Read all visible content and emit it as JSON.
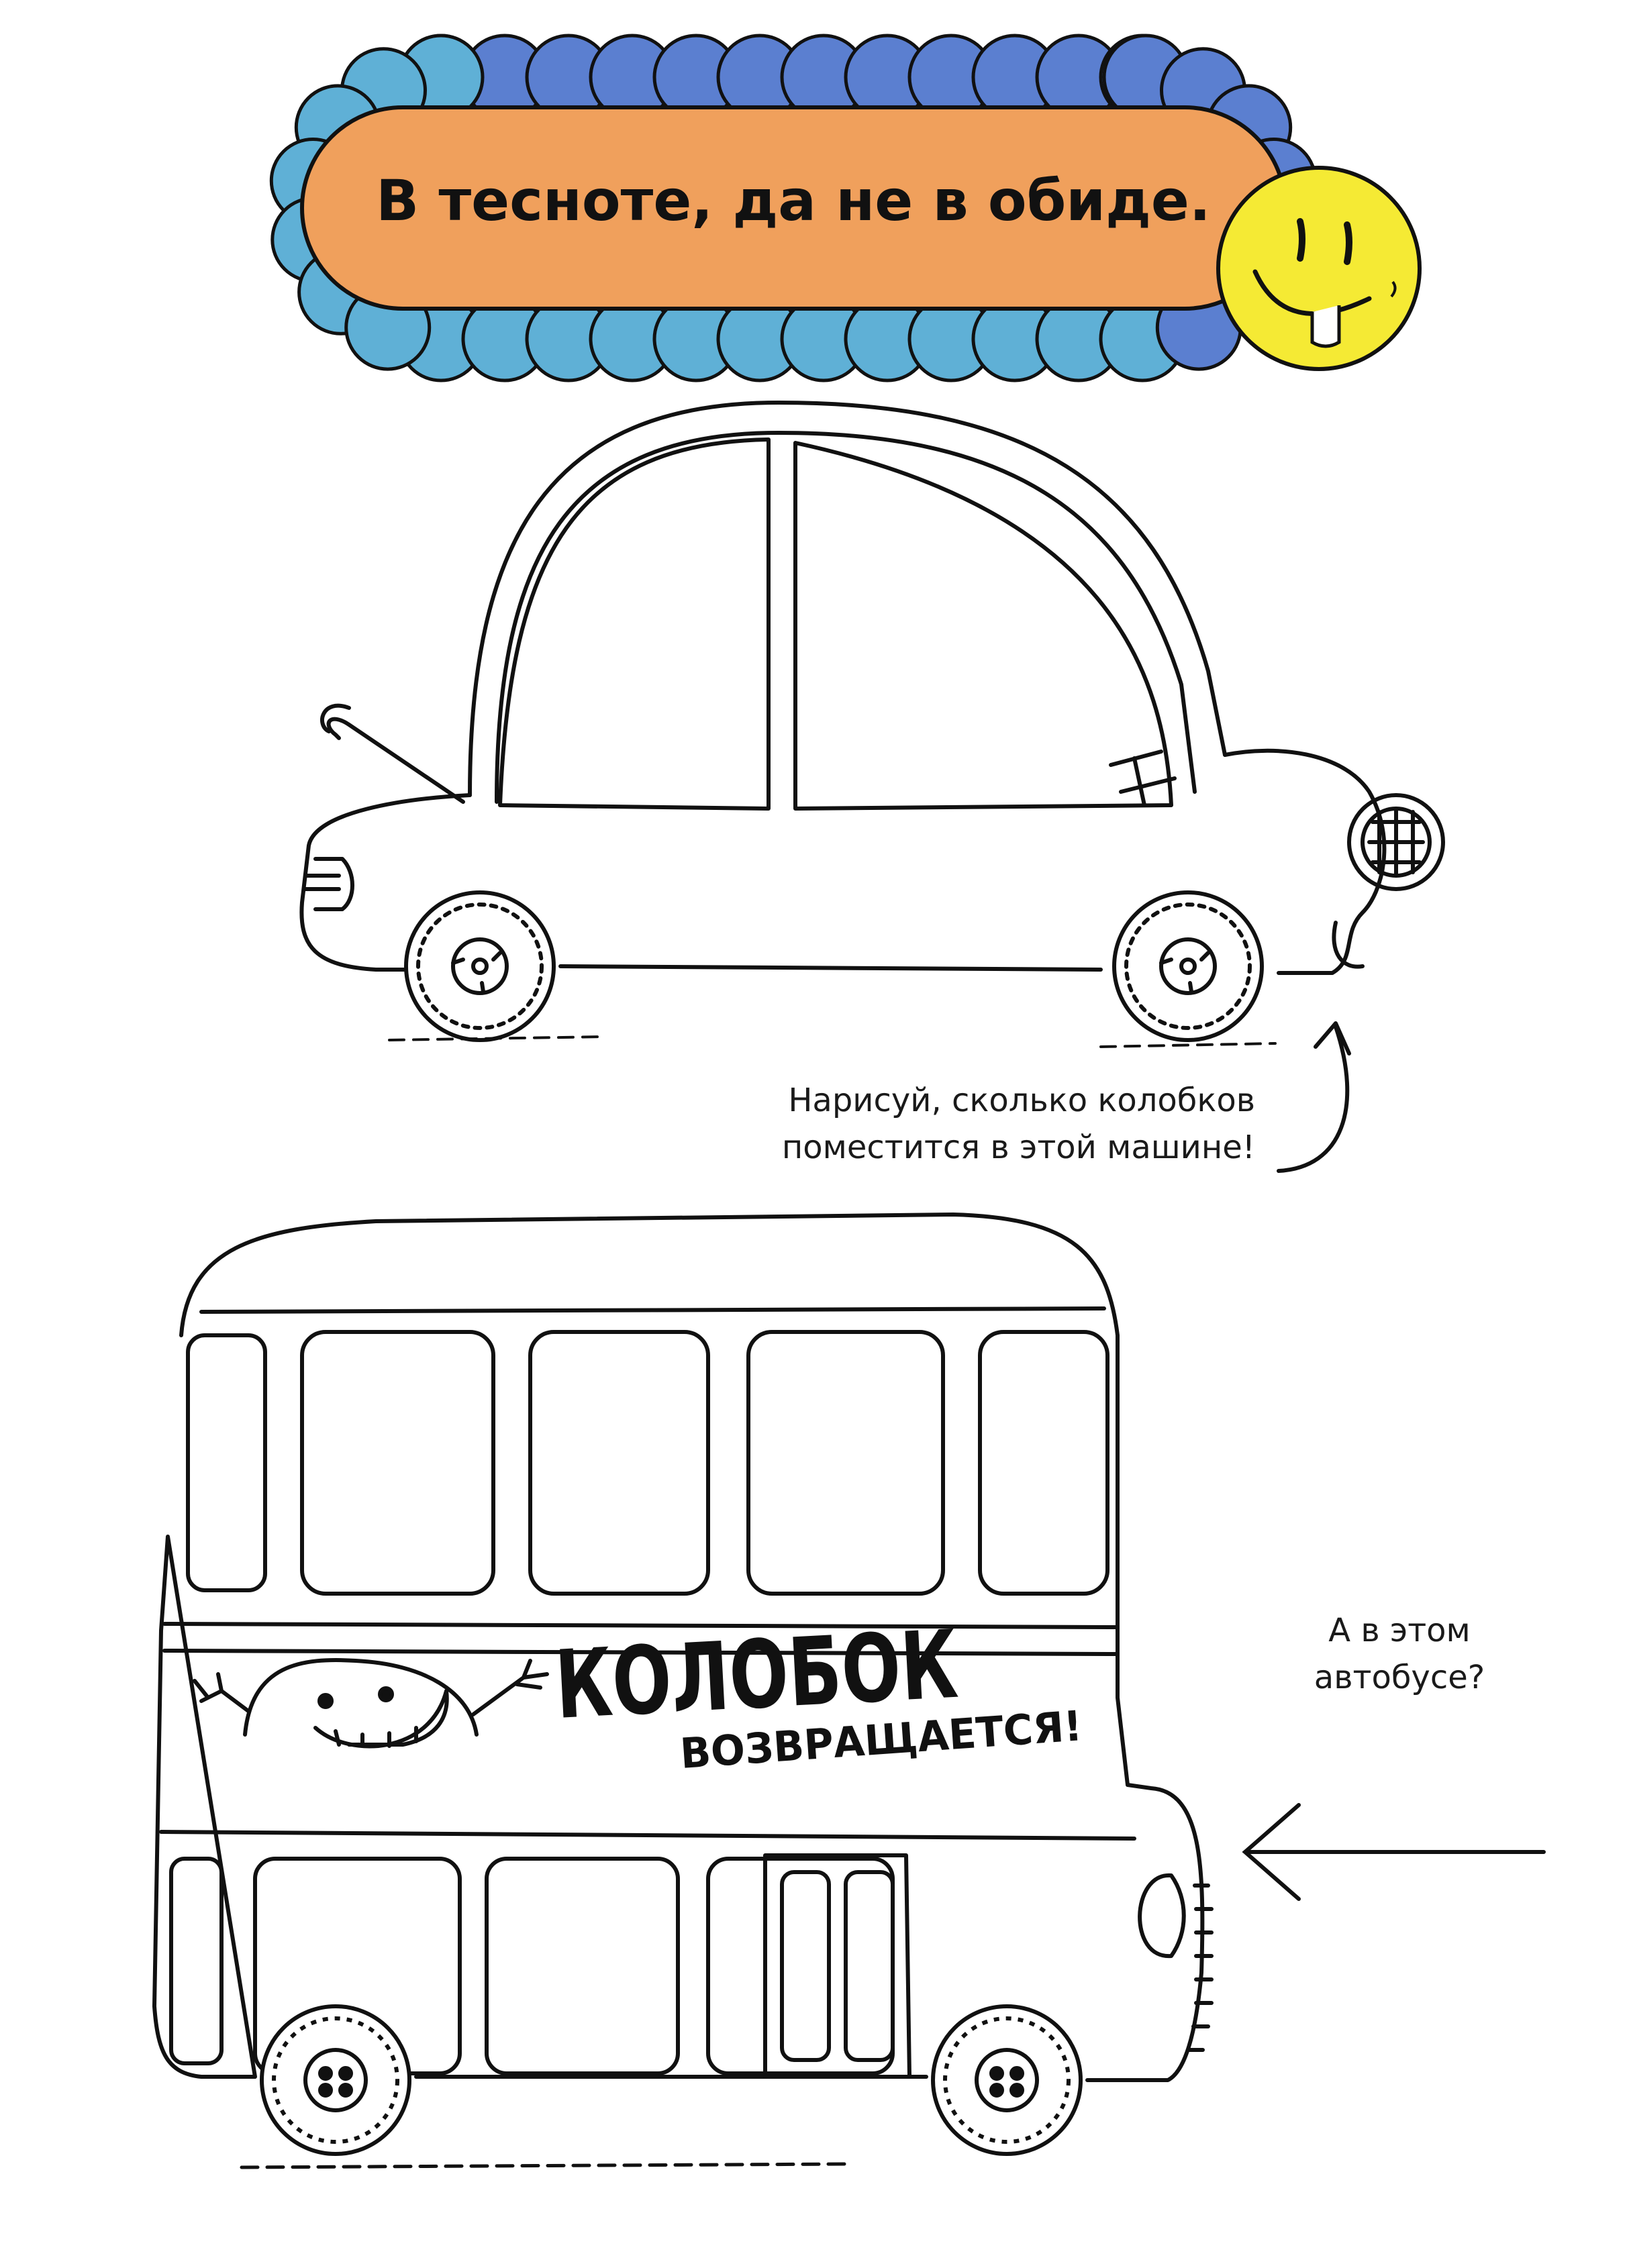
{
  "banner": {
    "title": "В тесноте, да не в обиде."
  },
  "captions": {
    "car_line1": "Нарисуй, сколько колобков",
    "car_line2": "поместится  в этой машине!",
    "bus_line1": "А в этом",
    "bus_line2": "автобусе?"
  },
  "bus_sign": {
    "line1": "КОЛОБОК",
    "line2": "ВОЗВРАЩАЕТСЯ!"
  },
  "colors": {
    "banner_fill": "#f0a05c",
    "scallop_dark": "#5b7fd0",
    "scallop_light": "#5fb0d6",
    "smiley": "#f5ea34",
    "ink": "#111111"
  }
}
